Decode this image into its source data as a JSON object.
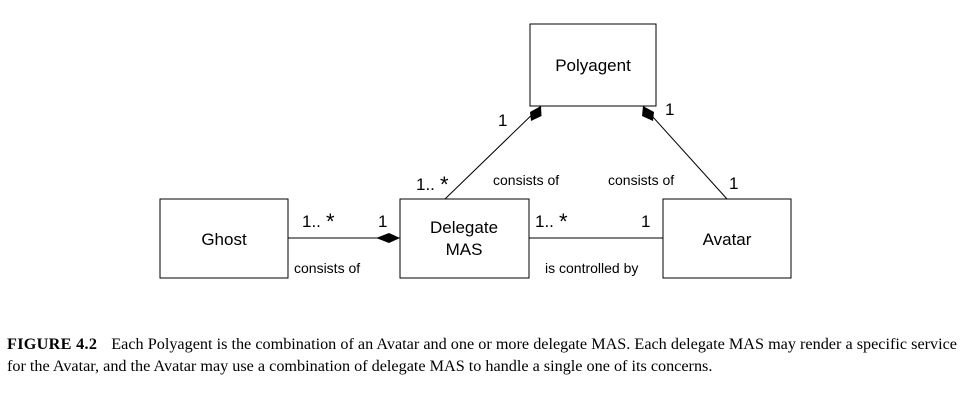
{
  "diagram": {
    "classes": {
      "polyagent": "Polyagent",
      "ghost": "Ghost",
      "delegate_line1": "Delegate",
      "delegate_line2": "MAS",
      "avatar": "Avatar"
    },
    "associations": {
      "polyagent_delegate": {
        "label": "consists of",
        "mult_polyagent": "1",
        "mult_delegate": "1..",
        "mult_delegate_star": "*"
      },
      "polyagent_avatar": {
        "label": "consists of",
        "mult_polyagent": "1",
        "mult_avatar": "1"
      },
      "ghost_delegate": {
        "label": "consists of",
        "mult_ghost": "1..",
        "mult_ghost_star": "*",
        "mult_delegate": "1"
      },
      "delegate_avatar": {
        "label": "is controlled by",
        "mult_delegate": "1..",
        "mult_delegate_star": "*",
        "mult_avatar": "1"
      }
    }
  },
  "caption": {
    "label": "FIGURE 4.2",
    "text": "Each Polyagent is the combination of an Avatar and one or more delegate MAS. Each delegate MAS may render a specific service for the Avatar, and the Avatar may use a combination of delegate MAS to handle a single one of its concerns."
  }
}
